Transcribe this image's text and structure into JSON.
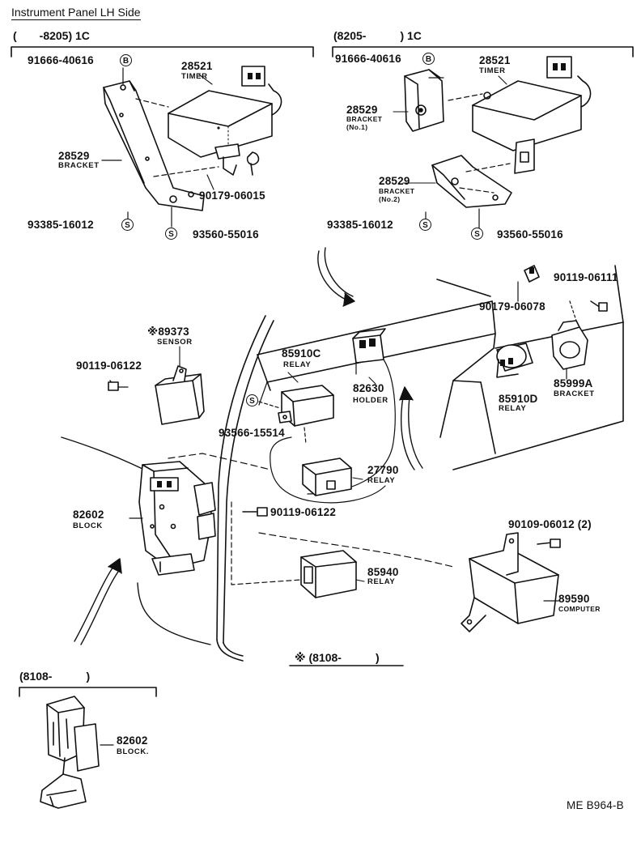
{
  "header": {
    "title": "Instrument Panel LH Side",
    "code": "ME B964-B"
  },
  "sections": {
    "left_top": "(　　-8205) 1C",
    "right_top": "(8205-　　　) 1C",
    "bottom_left": "(8108-　　　)",
    "bottom_center": "※ (8108-　　　)"
  },
  "badges": {
    "bolt": "B",
    "screw": "S"
  },
  "parts": {
    "lt_91666": "91666-40616",
    "lt_28521": "28521",
    "lt_28521_name": "TIMER",
    "lt_28529": "28529",
    "lt_28529_name": "BRACKET",
    "lt_90179": "90179-06015",
    "lt_93385": "93385-16012",
    "lt_93560": "93560-55016",
    "rt_91666": "91666-40616",
    "rt_28521": "28521",
    "rt_28521_name": "TIMER",
    "rt_28529a": "28529",
    "rt_28529a_name": "BRACKET",
    "rt_28529a_sub": "(No.1)",
    "rt_28529b": "28529",
    "rt_28529b_name": "BRACKET",
    "rt_28529b_sub": "(No.2)",
    "rt_93385": "93385-16012",
    "rt_93560": "93560-55016",
    "p89373": "※89373",
    "p89373_name": "SENSOR",
    "p90119_06122a": "90119-06122",
    "p85910c": "85910C",
    "p85910c_name": "RELAY",
    "p82630": "82630",
    "p82630_name": "HOLDER",
    "p93566": "93566-15514",
    "p27790": "27790",
    "p27790_name": "RELAY",
    "p82602": "82602",
    "p82602_name": "BLOCK",
    "p90119_06122b": "90119-06122",
    "p90179_06078": "90179-06078",
    "p90119_06111": "90119-06111",
    "p85999a": "85999A",
    "p85999a_name": "BRACKET",
    "p85910d": "85910D",
    "p85910d_name": "RELAY",
    "p90109": "90109-06012 (2)",
    "p85940": "85940",
    "p85940_name": "RELAY",
    "p89590": "89590",
    "p89590_name": "COMPUTER",
    "p82602b": "82602",
    "p82602b_name": "BLOCK."
  }
}
